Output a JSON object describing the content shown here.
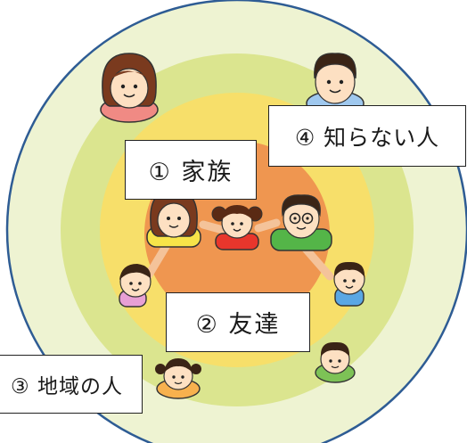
{
  "labels": {
    "family": "① 家族",
    "friends": "② 友達",
    "community": "③ 地域の人",
    "strangers": "④ 知らない人"
  },
  "colors": {
    "outer_ring": "#eef3d2",
    "outer_border": "#2e5c94",
    "middle_ring": "#dbe58f",
    "inner_ring": "#f7df6a",
    "center": "#ef9650",
    "box_border": "#222222"
  },
  "people": [
    {
      "name": "woman-top-left",
      "color": "#f08a84"
    },
    {
      "name": "man-top-right",
      "color": "#9fc8ee"
    },
    {
      "name": "mother",
      "color": "#f7e449"
    },
    {
      "name": "girl-center",
      "color": "#e8362c"
    },
    {
      "name": "father-glasses",
      "color": "#54b548"
    },
    {
      "name": "girl-pigtails-left",
      "color": "#e8a0d4"
    },
    {
      "name": "boy-right",
      "color": "#5aa7e4"
    },
    {
      "name": "girl-bottom",
      "color": "#f7b14e"
    },
    {
      "name": "boy-bottom-right",
      "color": "#7dc256"
    }
  ]
}
